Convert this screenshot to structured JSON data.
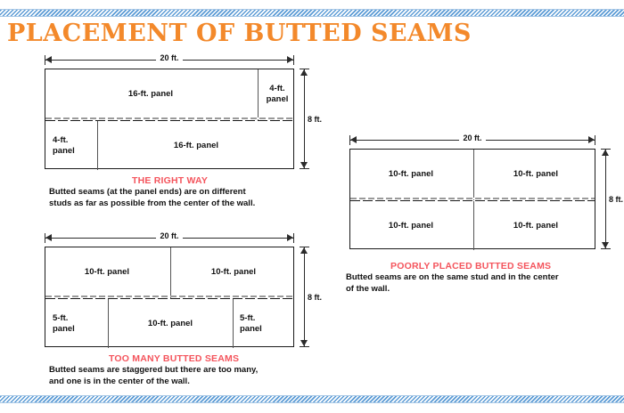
{
  "page": {
    "title": "PLACEMENT OF BUTTED SEAMS",
    "title_color": "#f3892b",
    "heading_color": "#f4545c",
    "rule_color": "#5b9bd5"
  },
  "diagrams": [
    {
      "id": "the-right-way",
      "width_label": "20 ft.",
      "height_label": "8 ft.",
      "caption_heading": "THE RIGHT WAY",
      "caption_body": "Butted seams (at the panel ends) are on different\nstuds as far as possible from the center of the wall.",
      "top_row": [
        {
          "label": "16-ft. panel",
          "span": 16
        },
        {
          "label": "4-ft.\npanel",
          "span": 4
        }
      ],
      "bottom_row": [
        {
          "label": "4-ft.\npanel",
          "span": 4
        },
        {
          "label": "16-ft. panel",
          "span": 16
        }
      ]
    },
    {
      "id": "poorly-placed-butted-seams",
      "width_label": "20 ft.",
      "height_label": "8 ft.",
      "caption_heading": "POORLY PLACED BUTTED SEAMS",
      "caption_body": "Butted seams are on the same stud and in the center\nof the wall.",
      "top_row": [
        {
          "label": "10-ft. panel",
          "span": 10
        },
        {
          "label": "10-ft. panel",
          "span": 10
        }
      ],
      "bottom_row": [
        {
          "label": "10-ft. panel",
          "span": 10
        },
        {
          "label": "10-ft. panel",
          "span": 10
        }
      ]
    },
    {
      "id": "too-many-butted-seams",
      "width_label": "20 ft.",
      "height_label": "8 ft.",
      "caption_heading": "TOO MANY BUTTED SEAMS",
      "caption_body": "Butted seams are staggered but there are too many,\nand one is in the center of the wall.",
      "top_row": [
        {
          "label": "10-ft. panel",
          "span": 10
        },
        {
          "label": "10-ft. panel",
          "span": 10
        }
      ],
      "bottom_row": [
        {
          "label": "5-ft.\npanel",
          "span": 5
        },
        {
          "label": "10-ft. panel",
          "span": 10
        },
        {
          "label": "5-ft.\npanel",
          "span": 5
        }
      ]
    }
  ]
}
